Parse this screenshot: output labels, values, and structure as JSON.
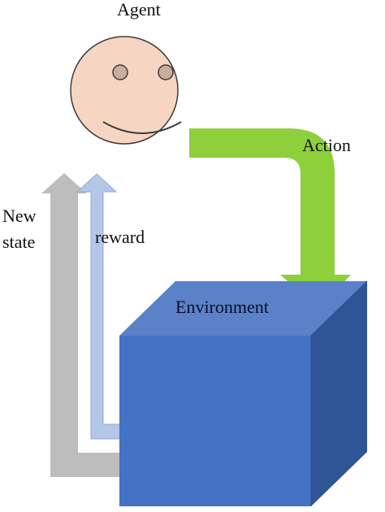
{
  "labels": {
    "agent": "Agent",
    "action": "Action",
    "new_state_line1": "New",
    "new_state_line2": "state",
    "reward": "reward",
    "environment": "Environment"
  },
  "colors": {
    "face_fill": "#f6d5c2",
    "eye_fill": "#c8ae9c",
    "action_arrow": "#8ecf3c",
    "new_state_arrow": "#bdbdbd",
    "reward_arrow": "#b4c7e7",
    "cube_front": "#4472c4",
    "cube_top": "#5b82c8",
    "cube_side": "#2f5597"
  }
}
